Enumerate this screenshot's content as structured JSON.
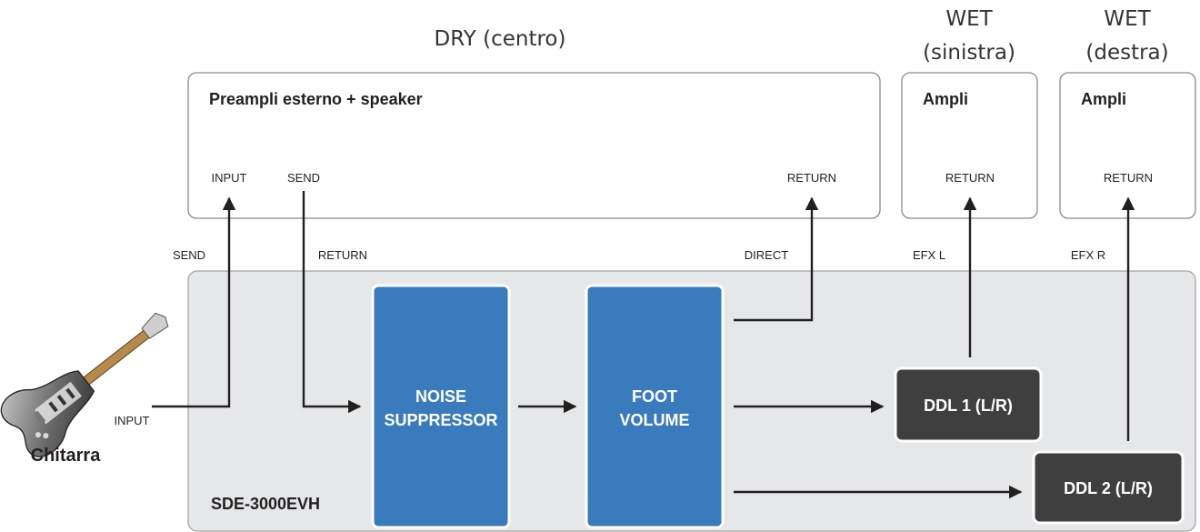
{
  "headers": {
    "dry": "DRY (centro)",
    "wet_left": [
      "WET",
      "(sinistra)"
    ],
    "wet_right": [
      "WET",
      "(destra)"
    ]
  },
  "preamp": {
    "title": "Preampli esterno + speaker",
    "input": "INPUT",
    "send": "SEND",
    "return": "RETURN"
  },
  "amp_left": {
    "title": "Ampli",
    "return": "RETURN"
  },
  "amp_right": {
    "title": "Ampli",
    "return": "RETURN"
  },
  "jacks": {
    "send": "SEND",
    "return": "RETURN",
    "direct": "DIRECT",
    "efx_l": "EFX L",
    "efx_r": "EFX R",
    "input": "INPUT"
  },
  "guitar": {
    "label": "Chitarra",
    "icon": "guitar-icon"
  },
  "unit": {
    "name": "SDE-3000EVH",
    "noise_suppressor": [
      "NOISE",
      "SUPPRESSOR"
    ],
    "foot_volume": [
      "FOOT",
      "VOLUME"
    ],
    "ddl1": "DDL 1 (L/R)",
    "ddl2": "DDL 2 (L/R)"
  },
  "colors": {
    "block_blue": "#3a7bbd",
    "block_dark": "#3f3f3f",
    "unit_fill": "#e6e7e9",
    "box_stroke": "#8a8a8a"
  }
}
